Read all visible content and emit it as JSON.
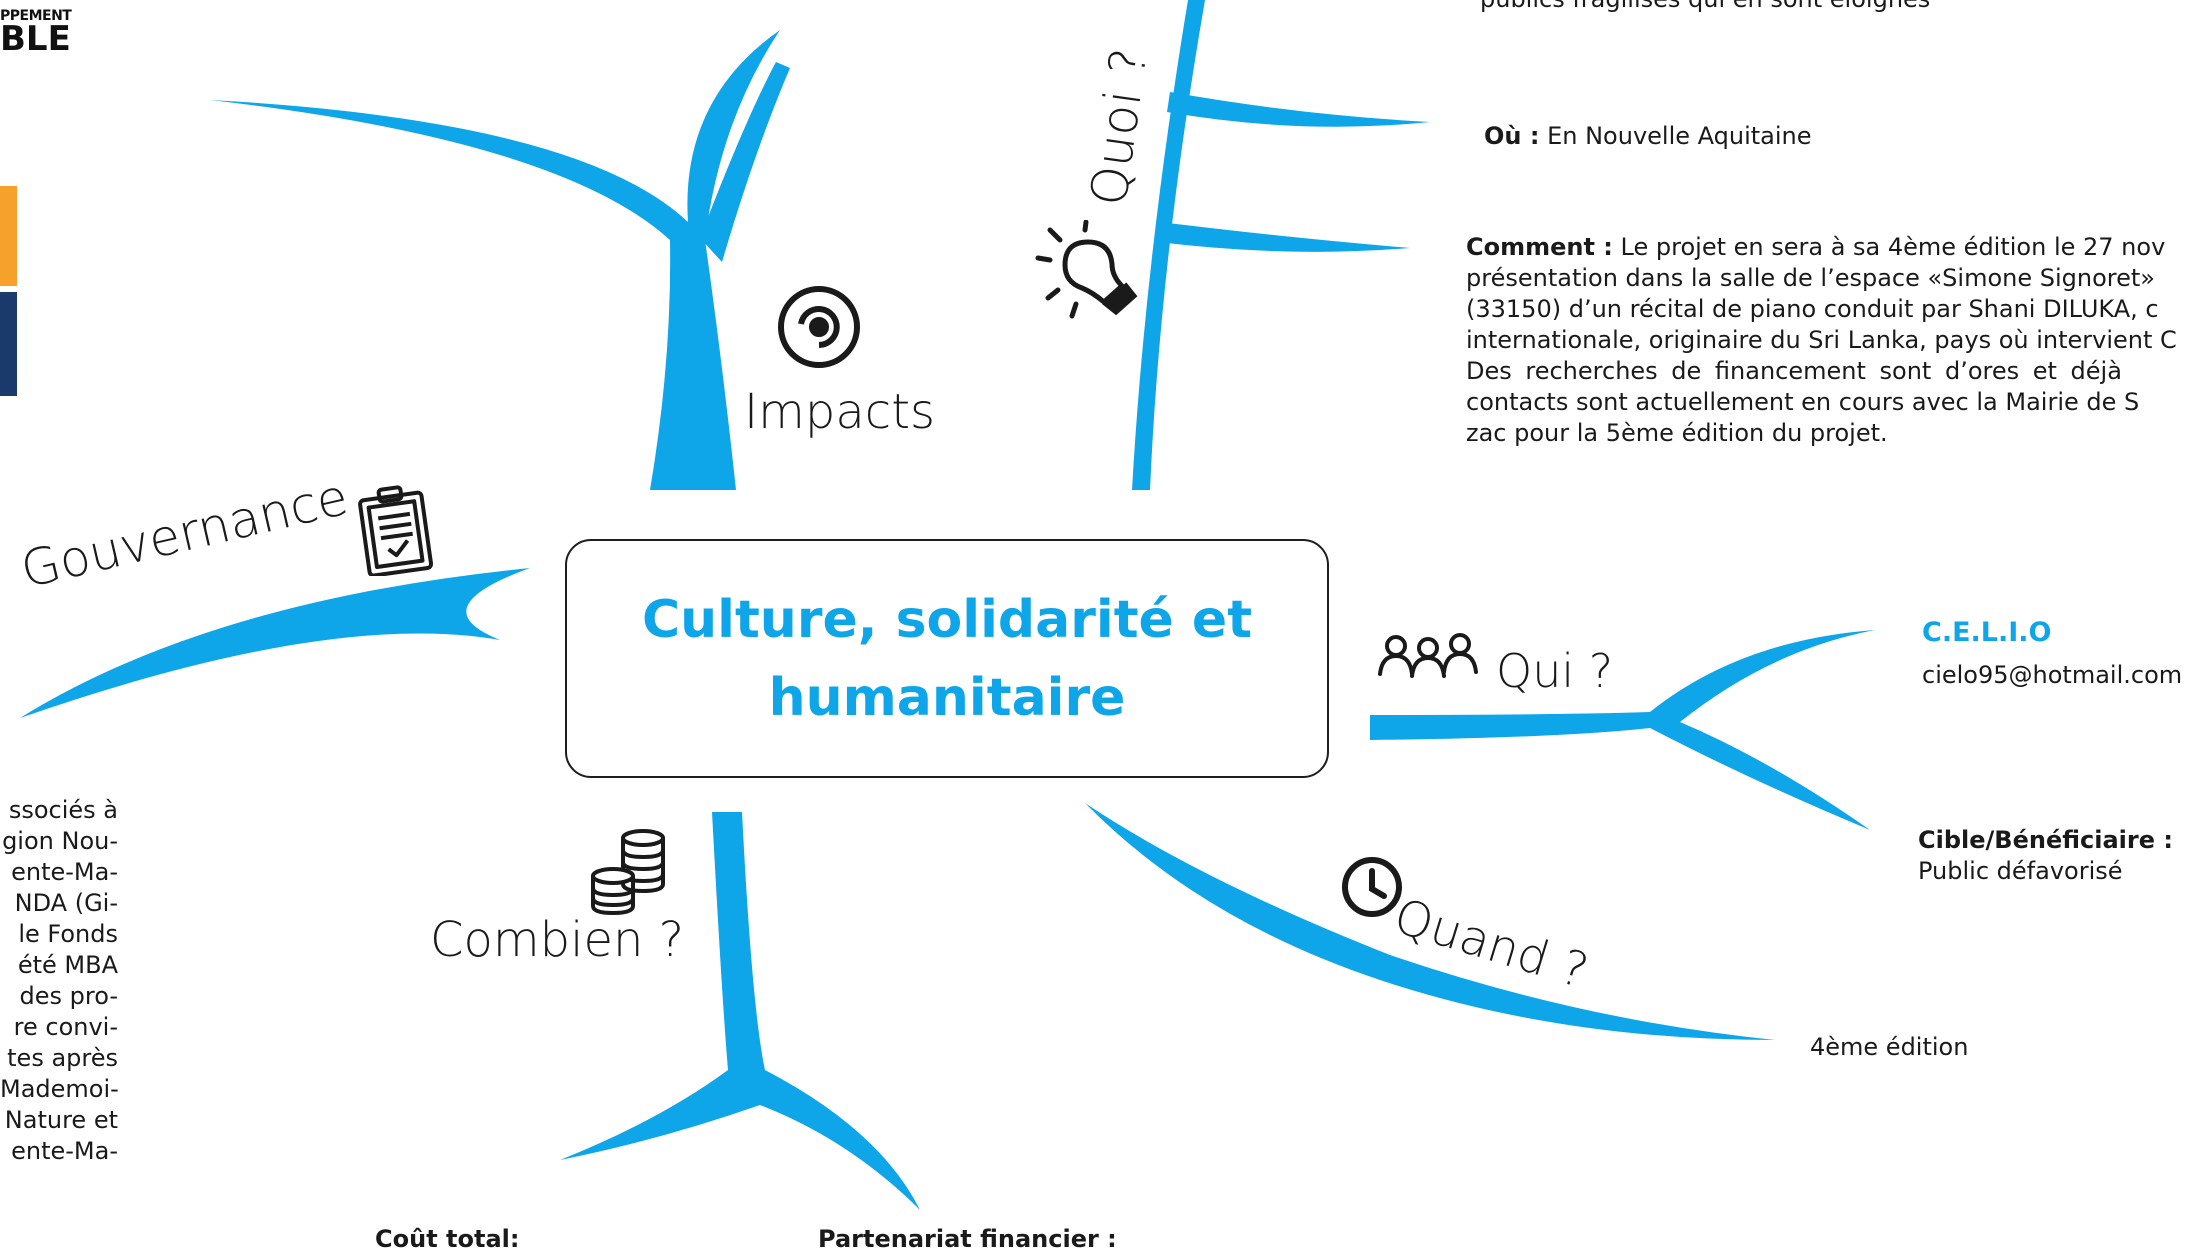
{
  "logo": {
    "line1": "PPEMENT",
    "line2": "BLE"
  },
  "center": {
    "title": "Culture, solidarité et humanitaire"
  },
  "branches": {
    "quoi": "Quoi ?",
    "impacts": "Impacts",
    "gouvernance": "Gouvernance",
    "qui": "Qui ?",
    "quand": "Quand ?",
    "combien": "Combien ?"
  },
  "quoi_details": {
    "top_fragment": "publics fragilisés qui en sont éloignés",
    "ou_label": "Où :",
    "ou_value": "En Nouvelle Aquitaine",
    "comment_label": "Comment :",
    "comment_line1": "Le projet en sera à sa 4ème édition le 27 nov",
    "comment_lines": [
      "présentation dans la salle de l’espace «Simone Signoret»",
      "(33150) d’un récital de piano conduit par Shani DILUKA, c",
      "internationale, originaire du Sri Lanka, pays où intervient C",
      "Des recherches de financement sont d’ores et déjà",
      "contacts sont actuellement en cours avec la Mairie de S",
      "zac pour la 5ème édition du projet."
    ]
  },
  "qui_details": {
    "org_name": "C.E.L.I.O",
    "org_email": "cielo95@hotmail.com",
    "cible_label": "Cible/Bénéficiaire :",
    "cible_value": "Public défavorisé"
  },
  "quand_details": {
    "value": "4ème édition"
  },
  "combien_details": {
    "cout_label": "Coût total:",
    "partenariat_label": "Partenariat financier :"
  },
  "left_text": [
    "ssociés à",
    "gion Nou-",
    "ente-Ma-",
    "NDA (Gi-",
    "le Fonds",
    "été MBA",
    "des pro-",
    "re convi-",
    "tes après",
    "Mademoi-",
    "Nature et",
    "ente-Ma-"
  ],
  "colors": {
    "accent": "#0fa5e9",
    "sdg_orange": "#f6a12c",
    "sdg_navy": "#1a3a6b"
  },
  "icons": [
    "lightbulb-icon",
    "impact-target-icon",
    "clipboard-check-icon",
    "people-icon",
    "clock-icon",
    "coins-icon"
  ]
}
